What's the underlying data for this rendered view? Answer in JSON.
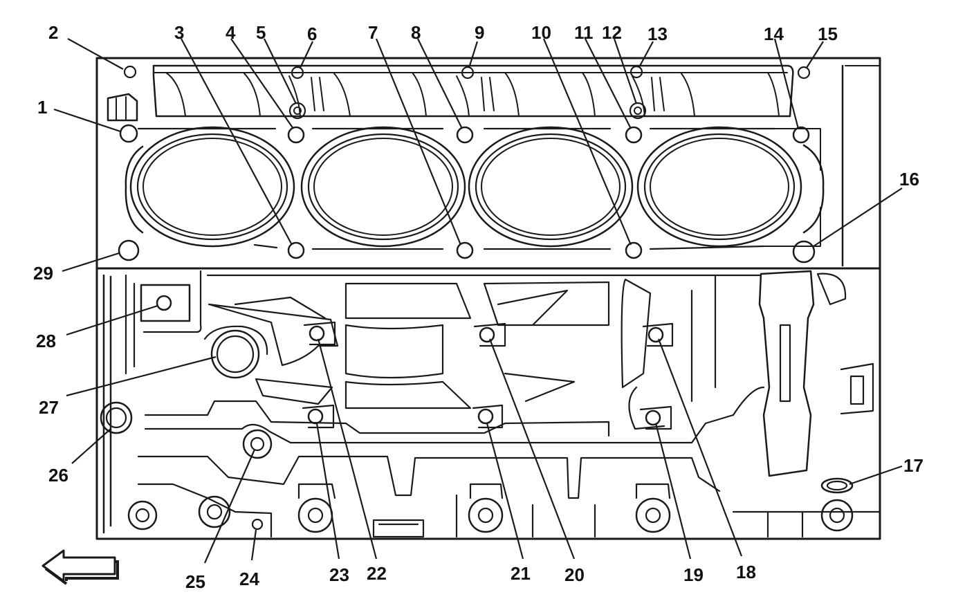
{
  "colors": {
    "ink": "#1a1a1a",
    "background": "#ffffff"
  },
  "diagram": {
    "subject": "engine block deck bolt locations",
    "callouts": [
      "1",
      "2",
      "3",
      "4",
      "5",
      "6",
      "7",
      "8",
      "9",
      "10",
      "11",
      "12",
      "13",
      "14",
      "15",
      "16",
      "17",
      "18",
      "19",
      "20",
      "21",
      "22",
      "23",
      "24",
      "25",
      "26",
      "27",
      "28",
      "29"
    ],
    "direction_icon": "arrow-left-icon"
  }
}
